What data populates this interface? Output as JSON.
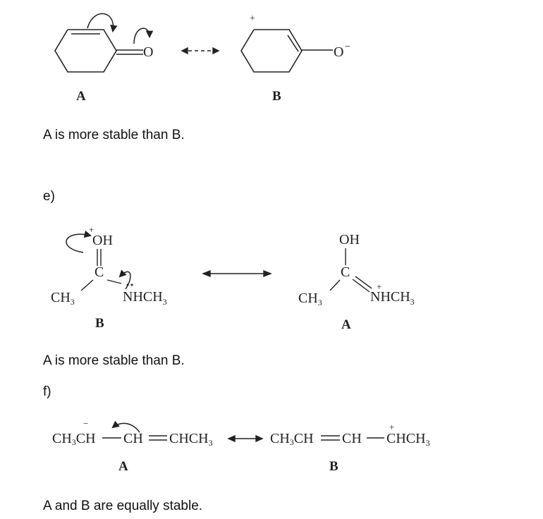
{
  "section_d": {
    "left": {
      "atom_o": "O",
      "label": "A"
    },
    "right": {
      "charge_plus": "+",
      "o_minus": "O",
      "minus": "−",
      "label": "B"
    },
    "statement": "A is more stable than B."
  },
  "section_e": {
    "heading": "e)",
    "left": {
      "plus": "+",
      "oh": "OH",
      "c": "C",
      "ch3": "CH",
      "ch3_sub": "3",
      "nhch3": "NHCH",
      "nhch3_sub": "3",
      "label": "B"
    },
    "right": {
      "oh": "OH",
      "c": "C",
      "plus": "+",
      "ch3": "CH",
      "ch3_sub": "3",
      "nhch3": "NHCH",
      "nhch3_sub": "3",
      "label": "A"
    },
    "statement": "A is more stable than B."
  },
  "section_f": {
    "heading": "f)",
    "left": {
      "minus": "−",
      "p1": "CH",
      "p1_sub": "3",
      "p2": "CH",
      "p3": "CH",
      "p4": "CHCH",
      "p4_sub": "3",
      "label": "A"
    },
    "right": {
      "plus": "+",
      "p1": "CH",
      "p1_sub": "3",
      "p2": "CH",
      "p3": "CH",
      "p4": "CHCH",
      "p4_sub": "3",
      "label": "B"
    },
    "statement": "A and B are equally stable."
  }
}
